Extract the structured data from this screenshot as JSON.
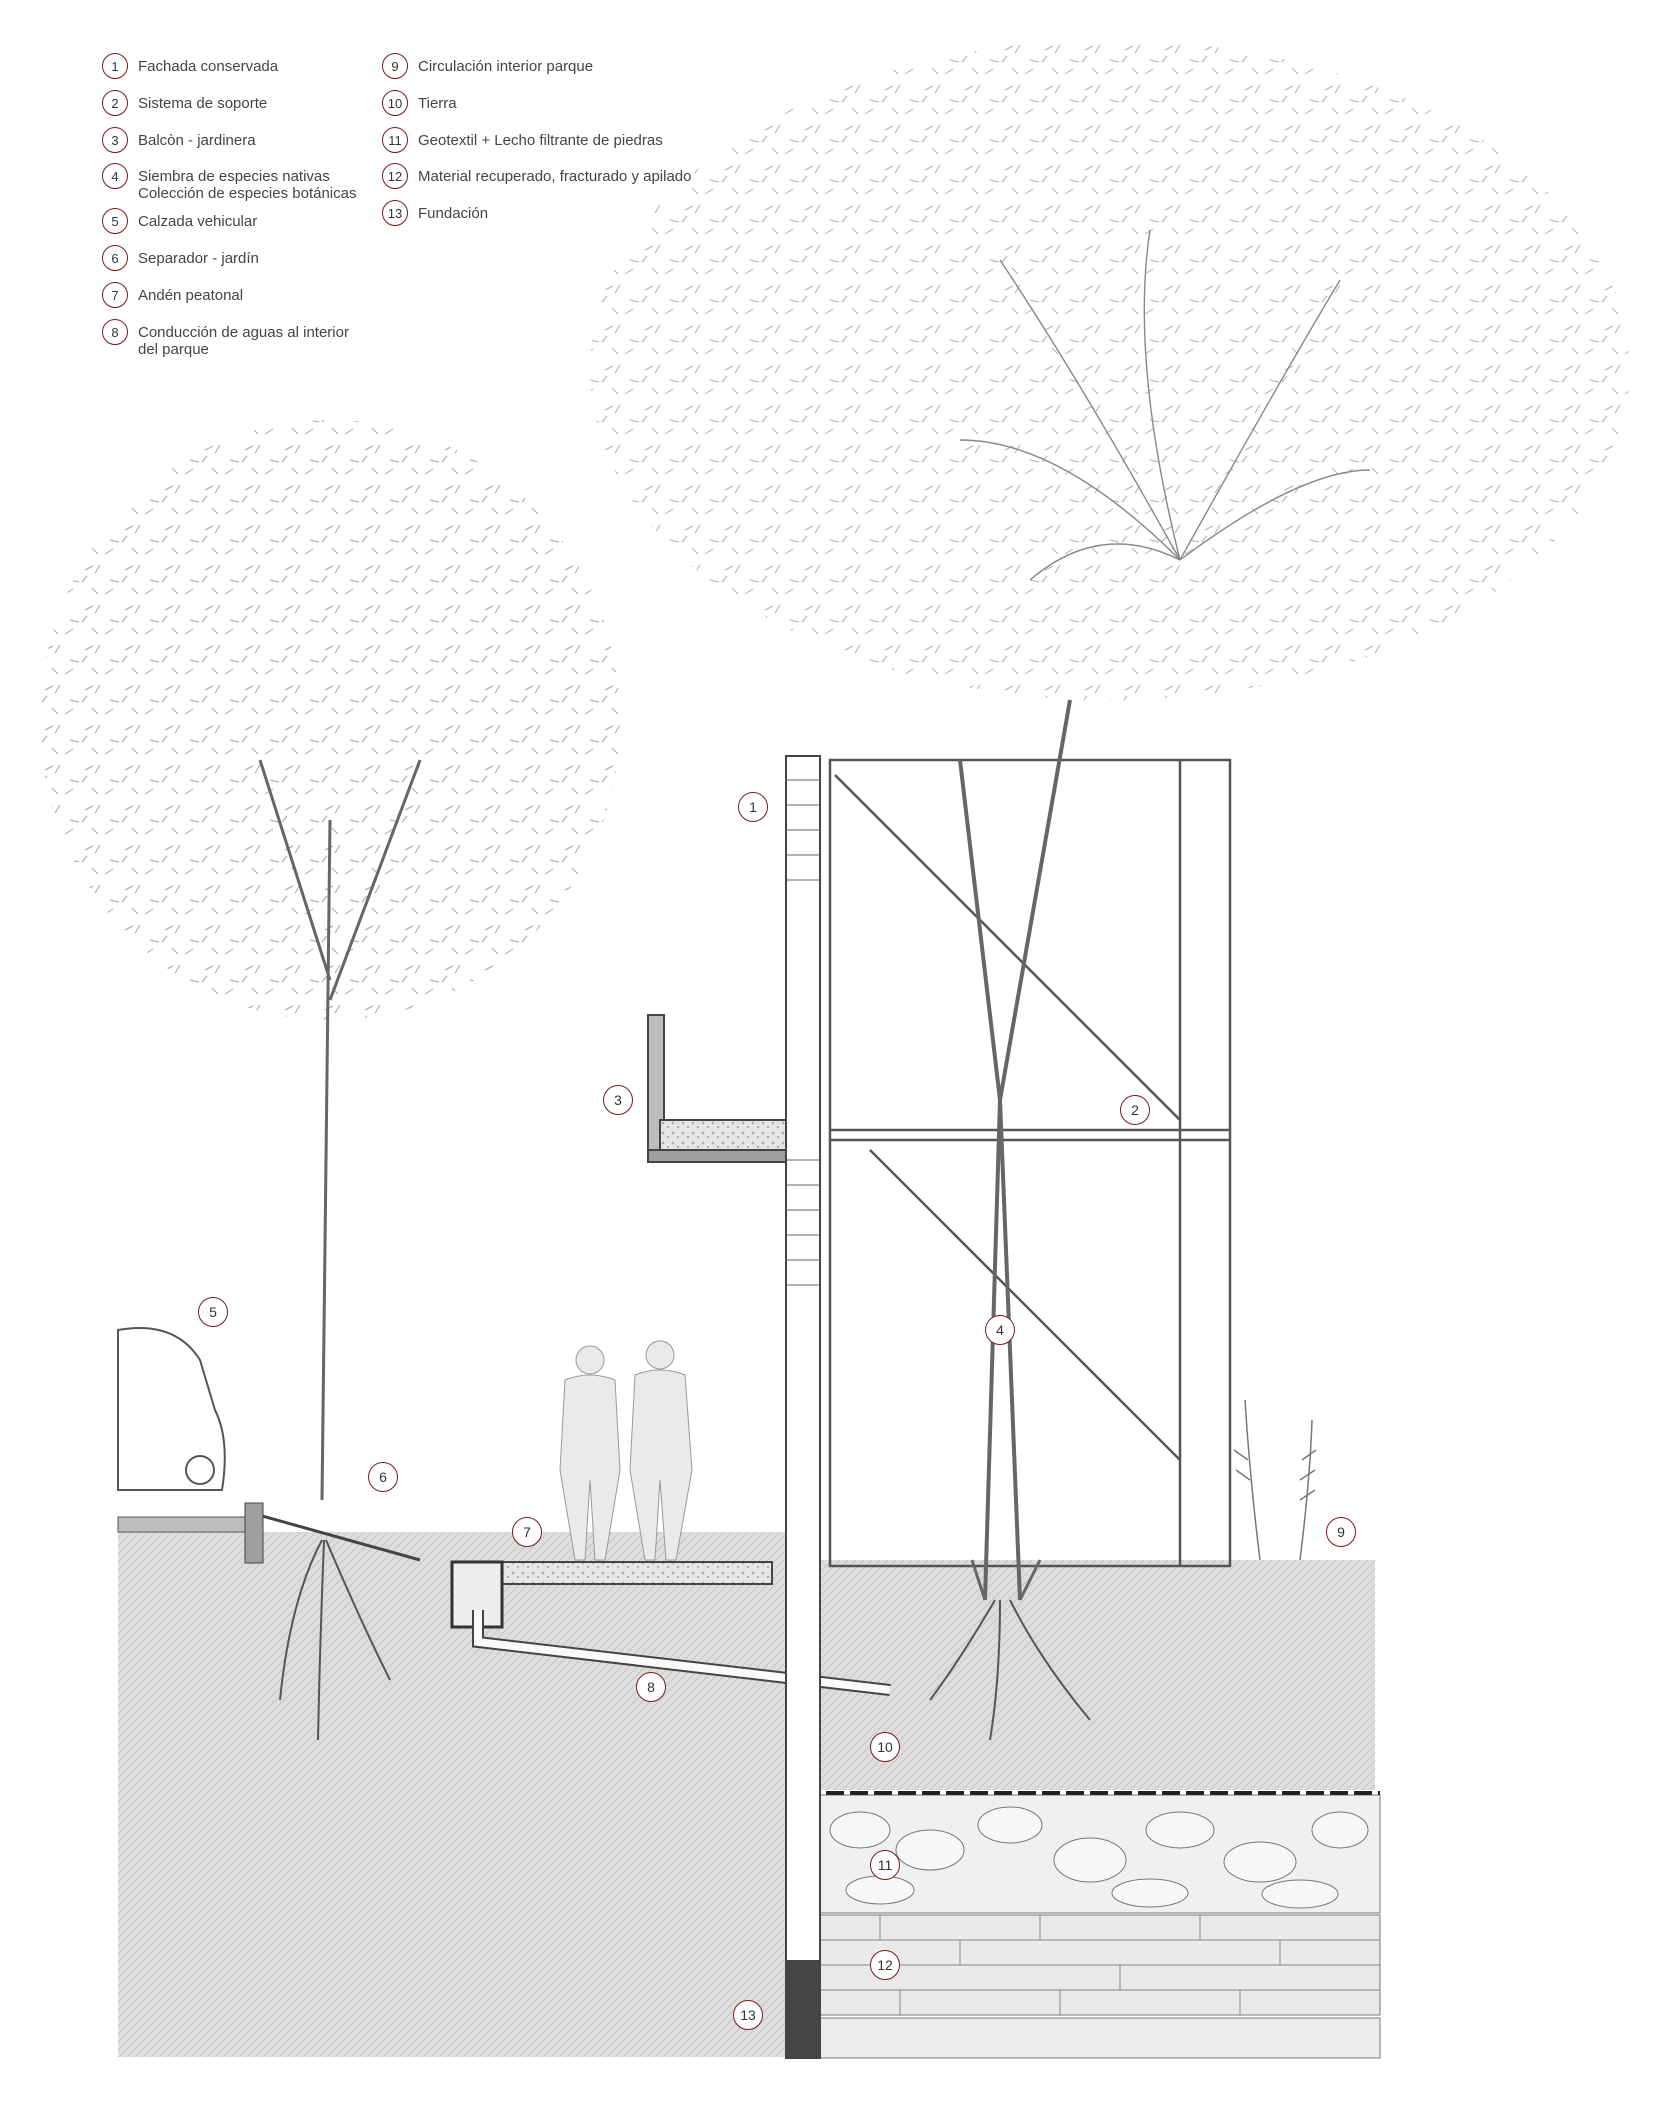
{
  "legend": [
    {
      "num": "1",
      "text": "Fachada conservada"
    },
    {
      "num": "2",
      "text": "Sistema de soporte"
    },
    {
      "num": "3",
      "text": "Balcòn - jardinera"
    },
    {
      "num": "4",
      "text": "Siembra de especies nativas\nColección de especies botánicas"
    },
    {
      "num": "5",
      "text": "Calzada vehicular"
    },
    {
      "num": "6",
      "text": "Separador - jardín"
    },
    {
      "num": "7",
      "text": "Andén peatonal"
    },
    {
      "num": "8",
      "text": "Conducción de aguas al interior\ndel parque"
    },
    {
      "num": "9",
      "text": "Circulación interior parque"
    },
    {
      "num": "10",
      "text": "Tierra"
    },
    {
      "num": "11",
      "text": "Geotextil + Lecho filtrante de piedras"
    },
    {
      "num": "12",
      "text": "Material recuperado, fracturado y apilado"
    },
    {
      "num": "13",
      "text": "Fundación"
    }
  ],
  "tags": [
    "1",
    "2",
    "3",
    "4",
    "5",
    "6",
    "7",
    "8",
    "9",
    "10",
    "11",
    "12",
    "13"
  ],
  "colors": {
    "marker": "#7a1a1a",
    "soil": "#d9d9d9",
    "line": "#555555"
  }
}
